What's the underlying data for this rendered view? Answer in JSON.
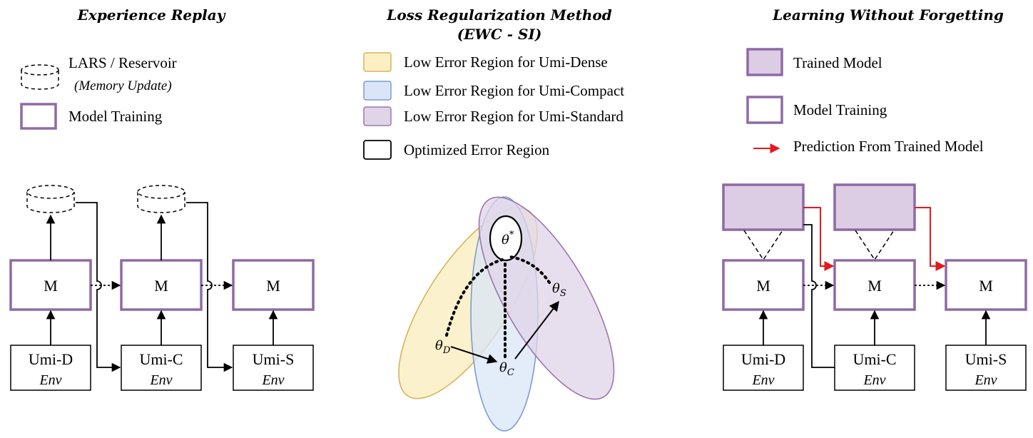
{
  "panels": {
    "experience_replay": {
      "title": "Experience Replay",
      "legend": {
        "memory_label": "LARS / Reservoir",
        "memory_sublabel": "(Memory Update)",
        "training_label": "Model Training"
      },
      "model_label": "M",
      "envs": [
        {
          "name": "Umi-D",
          "sub": "Env"
        },
        {
          "name": "Umi-C",
          "sub": "Env"
        },
        {
          "name": "Umi-S",
          "sub": "Env"
        }
      ]
    },
    "loss_regularization": {
      "title": "Loss Regularization Method",
      "subtitle": "(EWC - SI)",
      "legend": [
        {
          "label": "Low Error Region for Umi-Dense",
          "color": "#fcefc4",
          "stroke": "#d8b45a"
        },
        {
          "label": "Low Error Region for Umi-Compact",
          "color": "#dae5f7",
          "stroke": "#7d9ccd"
        },
        {
          "label": "Low Error Region for Umi-Standard",
          "color": "#e0d4e8",
          "stroke": "#9a76ad"
        },
        {
          "label": "Optimized Error Region",
          "color": "#ffffff",
          "stroke": "#000000"
        }
      ],
      "params": {
        "optimum": "θ",
        "optimum_sup": "*",
        "theta_d": "θ",
        "theta_d_sub": "D",
        "theta_c": "θ",
        "theta_c_sub": "C",
        "theta_s": "θ",
        "theta_s_sub": "S"
      }
    },
    "lwf": {
      "title": "Learning Without Forgetting",
      "legend": {
        "trained_label": "Trained Model",
        "training_label": "Model Training",
        "prediction_label": "Prediction From Trained Model"
      },
      "model_label": "M",
      "envs": [
        {
          "name": "Umi-D",
          "sub": "Env"
        },
        {
          "name": "Umi-C",
          "sub": "Env"
        },
        {
          "name": "Umi-S",
          "sub": "Env"
        }
      ]
    }
  },
  "colors": {
    "purple_stroke": "#8e6aa5",
    "purple_fill": "#dccde5",
    "red_arrow": "#e31a1c"
  }
}
